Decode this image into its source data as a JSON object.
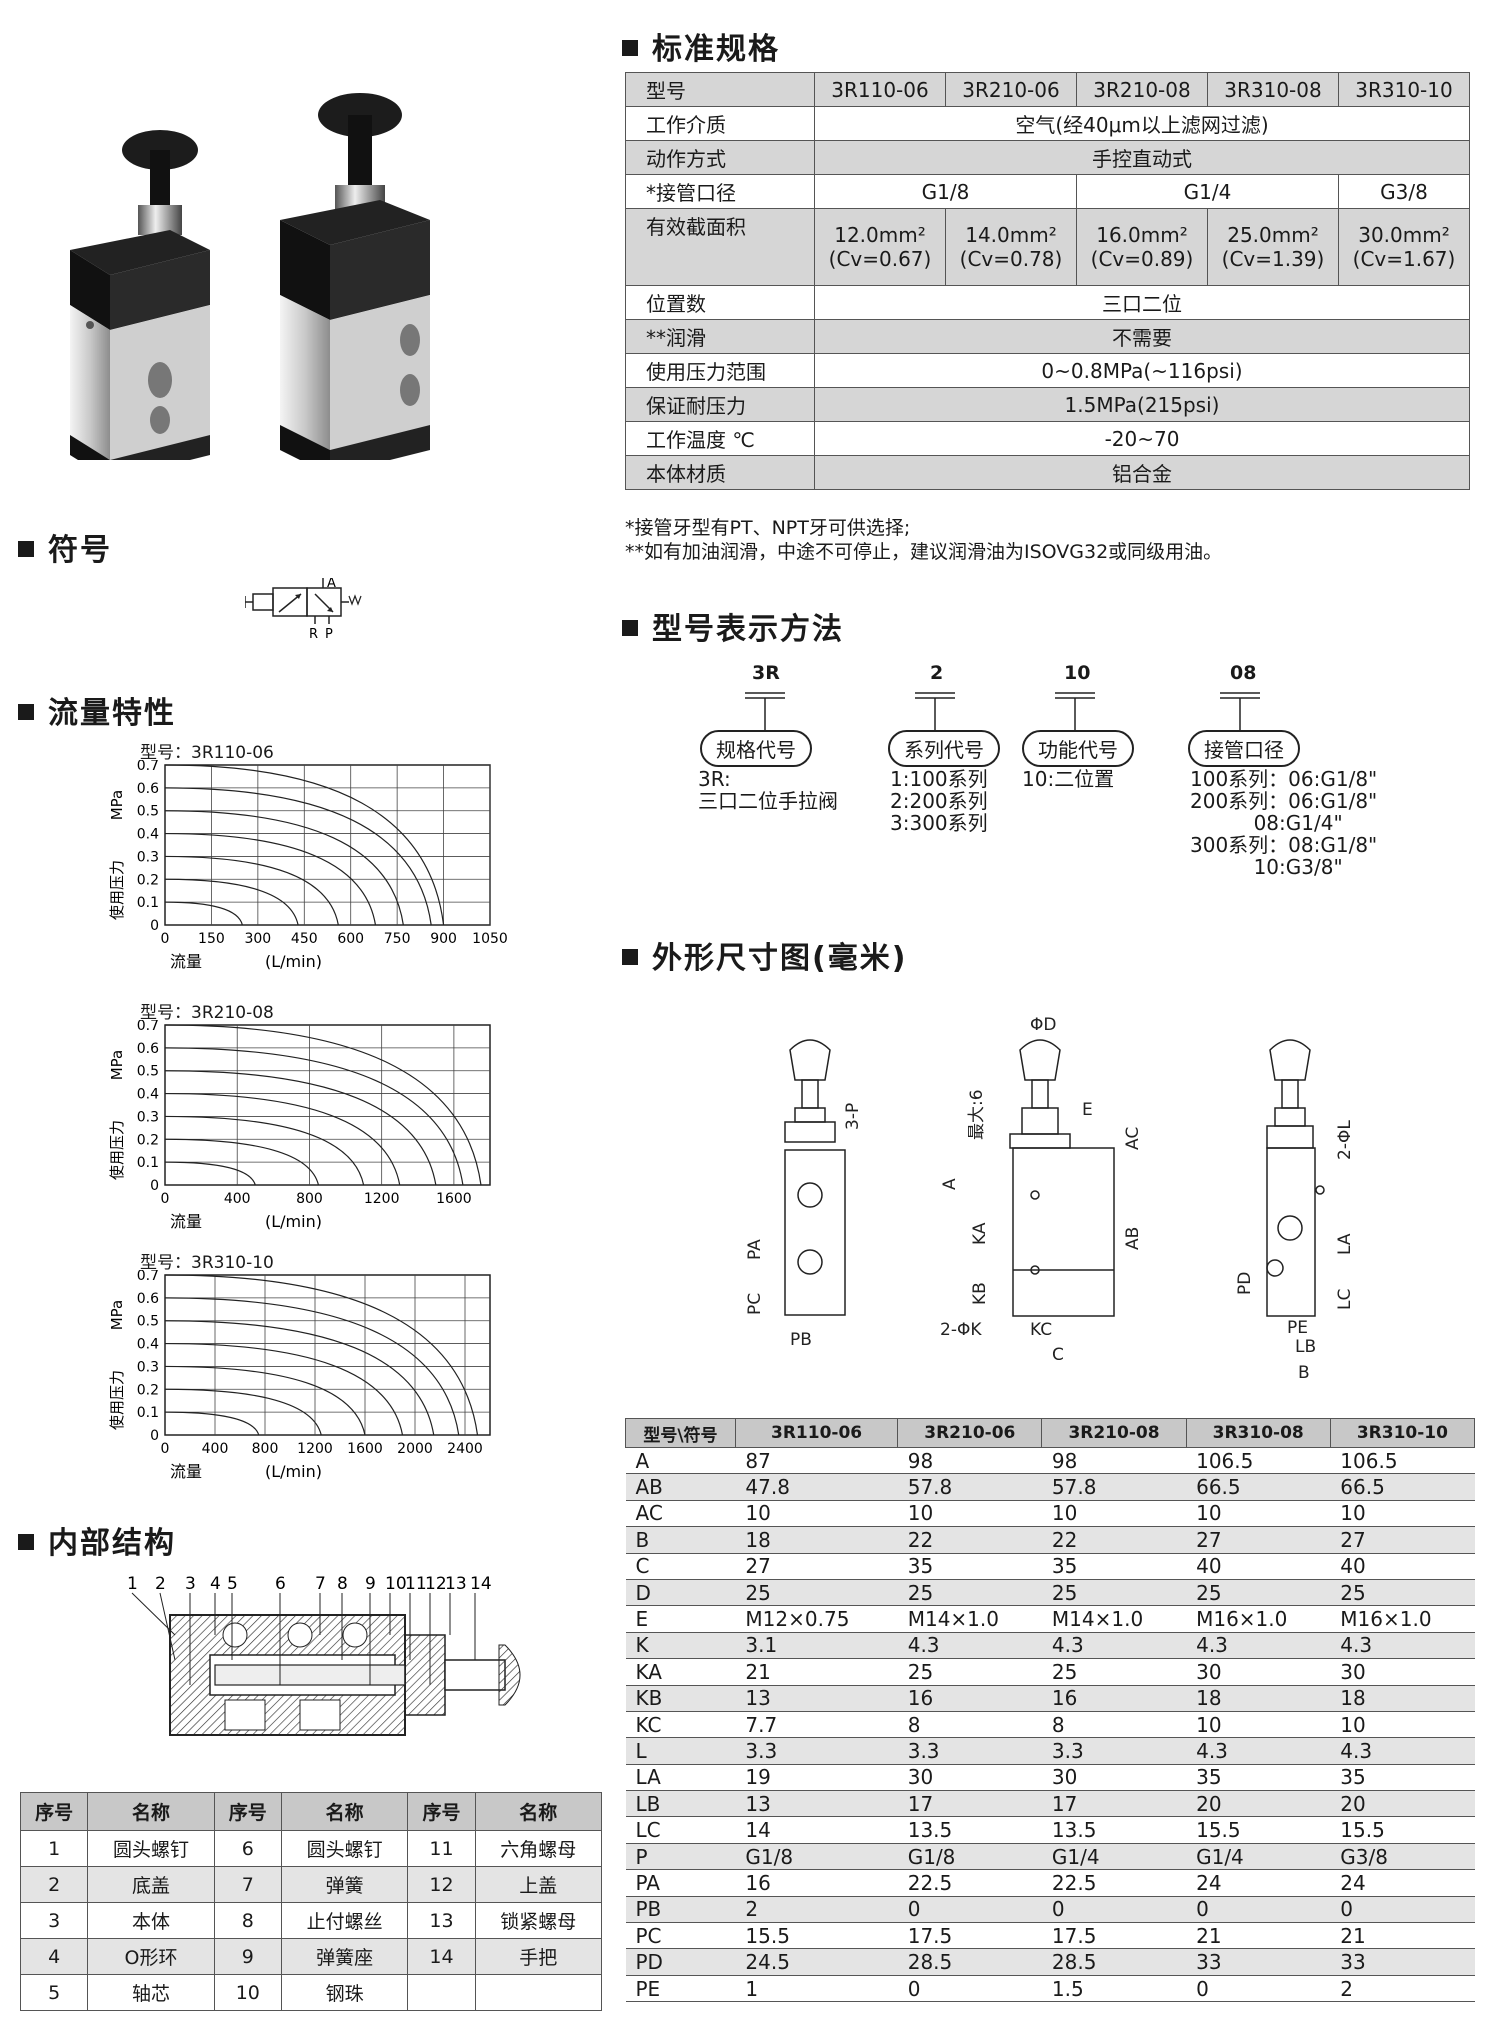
{
  "sections": {
    "spec": "标准规格",
    "symbol": "符号",
    "flow": "流量特性",
    "internal": "内部结构",
    "model_code": "型号表示方法",
    "dimensions": "外形尺寸图(毫米)"
  },
  "spec": {
    "header": [
      "型号",
      "3R110-06",
      "3R210-06",
      "3R210-08",
      "3R310-08",
      "3R310-10"
    ],
    "medium": [
      "工作介质",
      "空气(经40μm以上滤网过滤)"
    ],
    "action": [
      "动作方式",
      "手控直动式"
    ],
    "port": [
      "*接管口径",
      "G1/8",
      "G1/4",
      "G3/8"
    ],
    "area_label": "有效截面积",
    "area": [
      {
        "mm": "12.0mm²",
        "cv": "(Cv=0.67)"
      },
      {
        "mm": "14.0mm²",
        "cv": "(Cv=0.78)"
      },
      {
        "mm": "16.0mm²",
        "cv": "(Cv=0.89)"
      },
      {
        "mm": "25.0mm²",
        "cv": "(Cv=1.39)"
      },
      {
        "mm": "30.0mm²",
        "cv": "(Cv=1.67)"
      }
    ],
    "position": [
      "位置数",
      "三口二位"
    ],
    "lube": [
      "**润滑",
      "不需要"
    ],
    "pressure": [
      "使用压力范围",
      "0~0.8MPa(~116psi)"
    ],
    "proof": [
      "保证耐压力",
      "1.5MPa(215psi)"
    ],
    "temp": [
      "工作温度 ℃",
      "-20~70"
    ],
    "material": [
      "本体材质",
      "铝合金"
    ]
  },
  "notes": [
    "*接管牙型有PT、NPT牙可供选择;",
    "**如有加油润滑，中途不可停止，建议润滑油为ISOVG32或同级用油。"
  ],
  "symbol_labels": {
    "a": "A",
    "r": "R",
    "p": "P"
  },
  "model_code": {
    "parts": [
      "3R",
      "2",
      "10",
      "08"
    ],
    "labels": [
      "规格代号",
      "系列代号",
      "功能代号",
      "接管口径"
    ],
    "desc": [
      "3R:\n三口二位手拉阀",
      "1:100系列\n2:200系列\n3:300系列",
      "10:二位置",
      "100系列：06:G1/8\"\n200系列：06:G1/8\"\n          08:G1/4\"\n300系列：08:G1/8\"\n          10:G3/8\""
    ]
  },
  "chart_data": [
    {
      "type": "line",
      "model_label": "型号：3R110-06",
      "ylabel": "使用压力",
      "yunit": "MPa",
      "xlabel": "流量",
      "xunit": "(L/min)",
      "yticks": [
        "0.7",
        "0.6",
        "0.5",
        "0.4",
        "0.3",
        "0.2",
        "0.1",
        "0"
      ],
      "xticks": [
        "0",
        "150",
        "300",
        "450",
        "600",
        "750",
        "900",
        "1050"
      ],
      "xlim": [
        0,
        1050
      ],
      "ylim": [
        0,
        0.7
      ],
      "grid": true,
      "series": [
        {
          "p": 0.7,
          "max": 900
        },
        {
          "p": 0.6,
          "max": 860
        },
        {
          "p": 0.5,
          "max": 770
        },
        {
          "p": 0.4,
          "max": 680
        },
        {
          "p": 0.3,
          "max": 560
        },
        {
          "p": 0.2,
          "max": 430
        },
        {
          "p": 0.1,
          "max": 250
        }
      ]
    },
    {
      "type": "line",
      "model_label": "型号：3R210-08",
      "ylabel": "使用压力",
      "yunit": "MPa",
      "xlabel": "流量",
      "xunit": "(L/min)",
      "yticks": [
        "0.7",
        "0.6",
        "0.5",
        "0.4",
        "0.3",
        "0.2",
        "0.1",
        "0"
      ],
      "xticks": [
        "0",
        "400",
        "800",
        "1200",
        "1600"
      ],
      "xlim": [
        0,
        1800
      ],
      "ylim": [
        0,
        0.7
      ],
      "grid": true,
      "series": [
        {
          "p": 0.7,
          "max": 1750
        },
        {
          "p": 0.6,
          "max": 1650
        },
        {
          "p": 0.5,
          "max": 1500
        },
        {
          "p": 0.4,
          "max": 1300
        },
        {
          "p": 0.3,
          "max": 1100
        },
        {
          "p": 0.2,
          "max": 850
        },
        {
          "p": 0.1,
          "max": 500
        }
      ]
    },
    {
      "type": "line",
      "model_label": "型号：3R310-10",
      "ylabel": "使用压力",
      "yunit": "MPa",
      "xlabel": "流量",
      "xunit": "(L/min)",
      "yticks": [
        "0.7",
        "0.6",
        "0.5",
        "0.4",
        "0.3",
        "0.2",
        "0.1",
        "0"
      ],
      "xticks": [
        "0",
        "400",
        "800",
        "1200",
        "1600",
        "2000",
        "2400"
      ],
      "xlim": [
        0,
        2600
      ],
      "ylim": [
        0,
        0.7
      ],
      "grid": true,
      "series": [
        {
          "p": 0.7,
          "max": 2500
        },
        {
          "p": 0.6,
          "max": 2350
        },
        {
          "p": 0.5,
          "max": 2150
        },
        {
          "p": 0.4,
          "max": 1900
        },
        {
          "p": 0.3,
          "max": 1600
        },
        {
          "p": 0.2,
          "max": 1250
        },
        {
          "p": 0.1,
          "max": 750
        }
      ]
    }
  ],
  "internal_numbers": [
    "1",
    "2",
    "3",
    "4",
    "5",
    "6",
    "7",
    "8",
    "9",
    "10",
    "11",
    "12",
    "13",
    "14"
  ],
  "parts": {
    "headers": [
      "序号",
      "名称",
      "序号",
      "名称",
      "序号",
      "名称"
    ],
    "rows": [
      [
        "1",
        "圆头螺钉",
        "6",
        "圆头螺钉",
        "11",
        "六角螺母"
      ],
      [
        "2",
        "底盖",
        "7",
        "弹簧",
        "12",
        "上盖"
      ],
      [
        "3",
        "本体",
        "8",
        "止付螺丝",
        "13",
        "锁紧螺母"
      ],
      [
        "4",
        "O形环",
        "9",
        "弹簧座",
        "14",
        "手把"
      ],
      [
        "5",
        "轴芯",
        "10",
        "钢珠",
        "",
        ""
      ]
    ]
  },
  "drawing_labels": [
    "3-P",
    "PA",
    "PC",
    "PB",
    "ΦD",
    "E",
    "最大:6",
    "AC",
    "A",
    "KA",
    "AB",
    "KB",
    "2-ΦK",
    "KC",
    "C",
    "2-ΦL",
    "LA",
    "PD",
    "LC",
    "PE",
    "LB",
    "B"
  ],
  "dims": {
    "headers": [
      "型号\\符号",
      "3R110-06",
      "3R210-06",
      "3R210-08",
      "3R310-08",
      "3R310-10"
    ],
    "rows": [
      [
        "A",
        "87",
        "98",
        "98",
        "106.5",
        "106.5"
      ],
      [
        "AB",
        "47.8",
        "57.8",
        "57.8",
        "66.5",
        "66.5"
      ],
      [
        "AC",
        "10",
        "10",
        "10",
        "10",
        "10"
      ],
      [
        "B",
        "18",
        "22",
        "22",
        "27",
        "27"
      ],
      [
        "C",
        "27",
        "35",
        "35",
        "40",
        "40"
      ],
      [
        "D",
        "25",
        "25",
        "25",
        "25",
        "25"
      ],
      [
        "E",
        "M12×0.75",
        "M14×1.0",
        "M14×1.0",
        "M16×1.0",
        "M16×1.0"
      ],
      [
        "K",
        "3.1",
        "4.3",
        "4.3",
        "4.3",
        "4.3"
      ],
      [
        "KA",
        "21",
        "25",
        "25",
        "30",
        "30"
      ],
      [
        "KB",
        "13",
        "16",
        "16",
        "18",
        "18"
      ],
      [
        "KC",
        "7.7",
        "8",
        "8",
        "10",
        "10"
      ],
      [
        "L",
        "3.3",
        "3.3",
        "3.3",
        "4.3",
        "4.3"
      ],
      [
        "LA",
        "19",
        "30",
        "30",
        "35",
        "35"
      ],
      [
        "LB",
        "13",
        "17",
        "17",
        "20",
        "20"
      ],
      [
        "LC",
        "14",
        "13.5",
        "13.5",
        "15.5",
        "15.5"
      ],
      [
        "P",
        "G1/8",
        "G1/8",
        "G1/4",
        "G1/4",
        "G3/8"
      ],
      [
        "PA",
        "16",
        "22.5",
        "22.5",
        "24",
        "24"
      ],
      [
        "PB",
        "2",
        "0",
        "0",
        "0",
        "0"
      ],
      [
        "PC",
        "15.5",
        "17.5",
        "17.5",
        "21",
        "21"
      ],
      [
        "PD",
        "24.5",
        "28.5",
        "28.5",
        "33",
        "33"
      ],
      [
        "PE",
        "1",
        "0",
        "1.5",
        "0",
        "2"
      ]
    ]
  }
}
